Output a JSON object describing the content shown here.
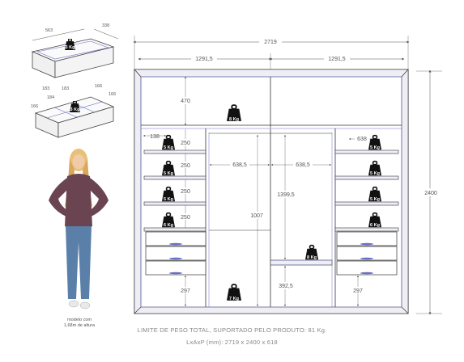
{
  "dims": {
    "total_width": "2719",
    "half_left": "1291,5",
    "half_right": "1291,5",
    "height": "2400",
    "top_compartment": "470",
    "side_width_left": "138",
    "side_width_right": "638",
    "shelf_gap_1": "250",
    "shelf_gap_2": "250",
    "shelf_gap_3": "250",
    "shelf_gap_4": "250",
    "center_left_width": "638,5",
    "center_right_width": "638,5",
    "center_height": "1399,5",
    "hanging_height": "1007",
    "bottom_center": "392,5",
    "bottom_left": "297",
    "bottom_right": "297"
  },
  "drawer1": {
    "d1": "563",
    "d2": "338",
    "weight": "3 Kg"
  },
  "drawer2": {
    "d1": "183",
    "d2": "184",
    "d3": "183",
    "d4": "166",
    "d5": "166",
    "d6": "166",
    "weight": "3 Kg"
  },
  "weights": {
    "top": "8 Kg",
    "left1": "5 Kg",
    "left2": "5 Kg",
    "left3": "5 Kg",
    "left4": "6 Kg",
    "right1": "5 Kg",
    "right2": "5 Kg",
    "right3": "5 Kg",
    "right4": "6 Kg",
    "shelf_center": "8 Kg",
    "floor": "7 Kg"
  },
  "model_caption": [
    "modelo com",
    "1,68m de altura"
  ],
  "footer": {
    "line1": "LIMITE DE PESO TOTAL, SUPORTADO PELO PRODUTO: 81 Kg.",
    "line2": "LxAxP (mm): 2719 x 2400 x 618"
  },
  "colors": {
    "accent": "#6b6fc4",
    "line": "#333333",
    "fill": "#f7f7fb",
    "weight": "#111111"
  }
}
